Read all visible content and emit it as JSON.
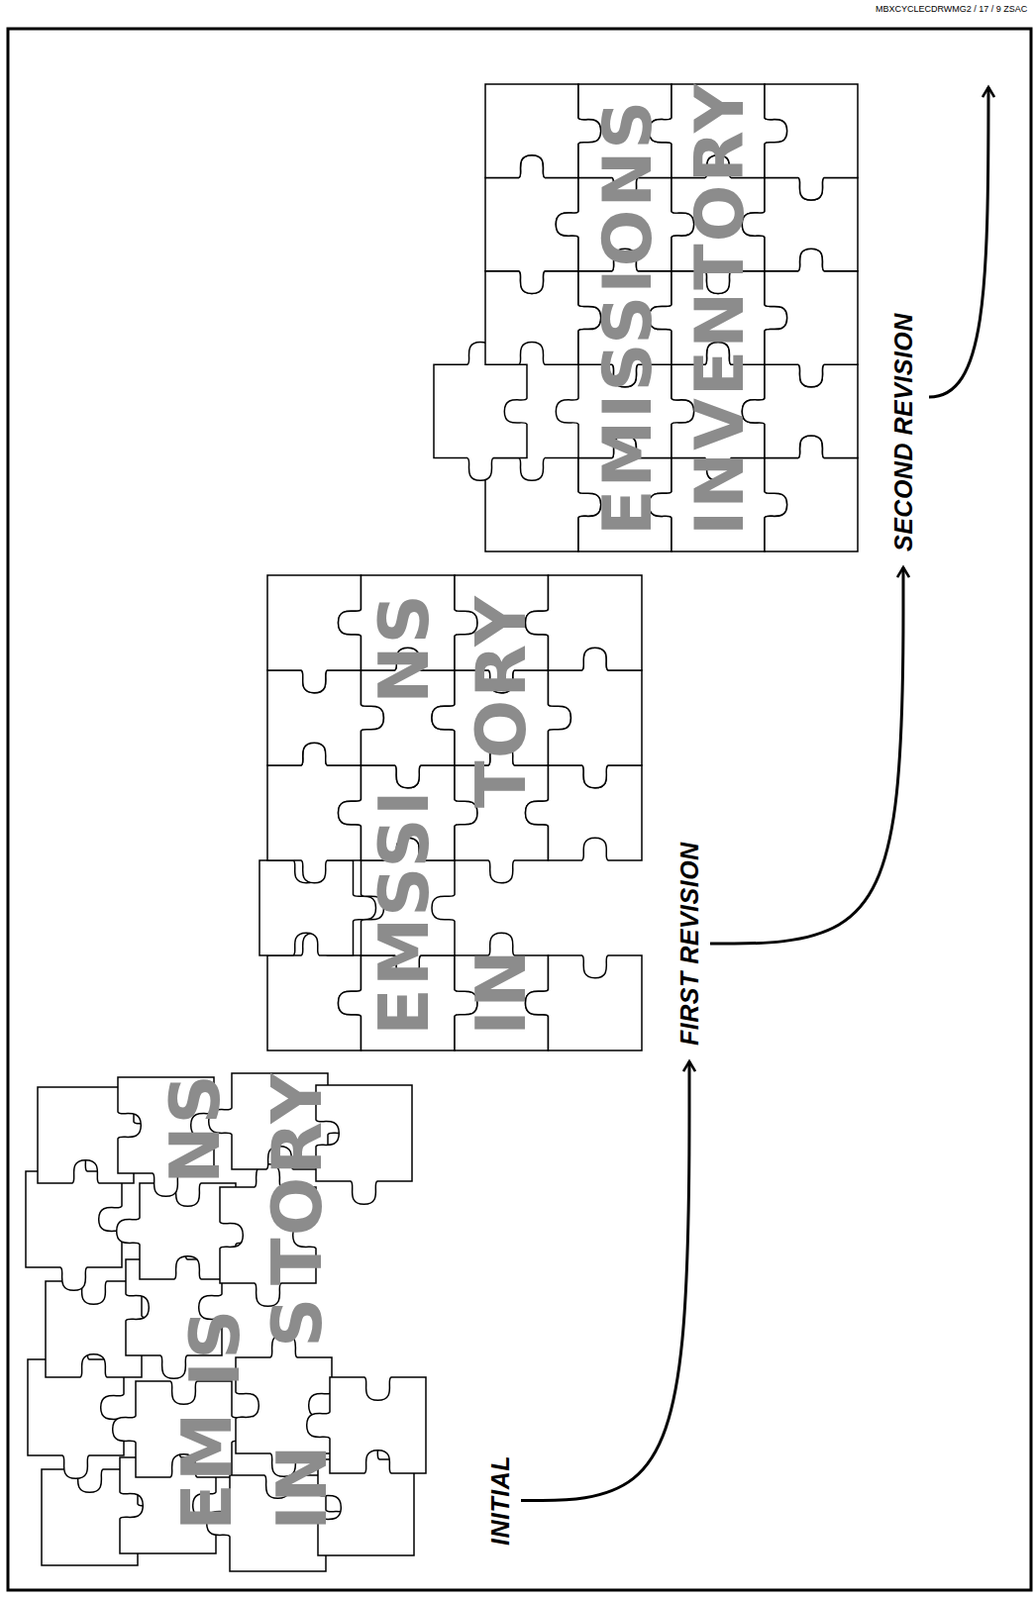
{
  "diagram": {
    "nodes": [
      {
        "text": [
          "INITIAL",
          "EM",
          "IN",
          "IS",
          "S",
          "NS",
          "TORY"
        ]
      },
      {
        "text": [
          "FIRST REVISION",
          "EM",
          "IN",
          "SSI",
          "NS",
          "TORY"
        ]
      },
      {
        "text": [
          "SECOND REVISION",
          "EMISSIONS",
          "INVENTORY"
        ]
      }
    ],
    "edges": [
      {
        "from": 0,
        "to": 1,
        "arrow": "to"
      },
      {
        "from": 1,
        "to": 2,
        "arrow": "to"
      }
    ],
    "labels": [
      "MBXCYCLECDRWMG2 / 17 / 9 ZSAC"
    ]
  }
}
